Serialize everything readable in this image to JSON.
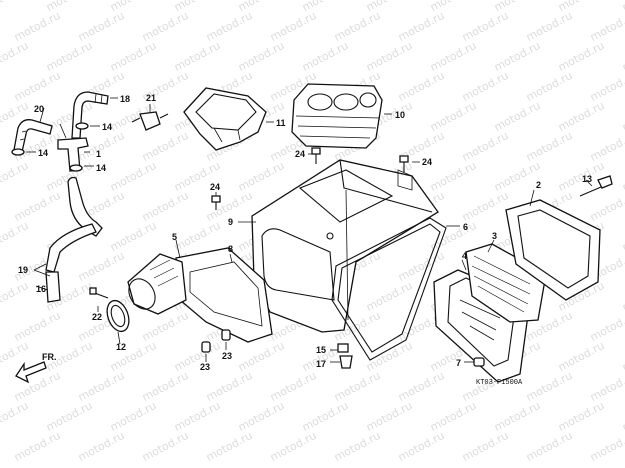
{
  "watermark": "motod.ru",
  "drawing_code": "KT03-F1500A",
  "direction_label": "FR.",
  "callouts": [
    {
      "id": "c1",
      "text": "1"
    },
    {
      "id": "c2",
      "text": "2"
    },
    {
      "id": "c3",
      "text": "3"
    },
    {
      "id": "c4",
      "text": "4"
    },
    {
      "id": "c5",
      "text": "5"
    },
    {
      "id": "c6",
      "text": "6"
    },
    {
      "id": "c7",
      "text": "7"
    },
    {
      "id": "c8",
      "text": "8"
    },
    {
      "id": "c9",
      "text": "9"
    },
    {
      "id": "c10",
      "text": "10"
    },
    {
      "id": "c11",
      "text": "11"
    },
    {
      "id": "c12",
      "text": "12"
    },
    {
      "id": "c13",
      "text": "13"
    },
    {
      "id": "c14a",
      "text": "14"
    },
    {
      "id": "c14b",
      "text": "14"
    },
    {
      "id": "c14c",
      "text": "14"
    },
    {
      "id": "c15",
      "text": "15"
    },
    {
      "id": "c16",
      "text": "16"
    },
    {
      "id": "c17",
      "text": "17"
    },
    {
      "id": "c18",
      "text": "18"
    },
    {
      "id": "c19",
      "text": "19"
    },
    {
      "id": "c20",
      "text": "20"
    },
    {
      "id": "c21",
      "text": "21"
    },
    {
      "id": "c22",
      "text": "22"
    },
    {
      "id": "c23a",
      "text": "23"
    },
    {
      "id": "c23b",
      "text": "23"
    },
    {
      "id": "c24a",
      "text": "24"
    },
    {
      "id": "c24b",
      "text": "24"
    },
    {
      "id": "c24c",
      "text": "24"
    }
  ]
}
